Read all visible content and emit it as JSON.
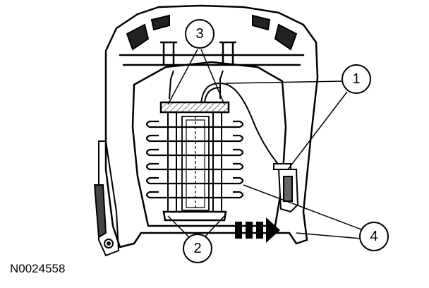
{
  "figure_code": "N0024558",
  "callouts": [
    {
      "label": "1"
    },
    {
      "label": "2"
    },
    {
      "label": "3"
    },
    {
      "label": "4"
    }
  ],
  "colors": {
    "ink": "#000000",
    "paper": "#ffffff"
  },
  "icons": {
    "direction_arrow": "dashed-right-arrow-icon"
  }
}
